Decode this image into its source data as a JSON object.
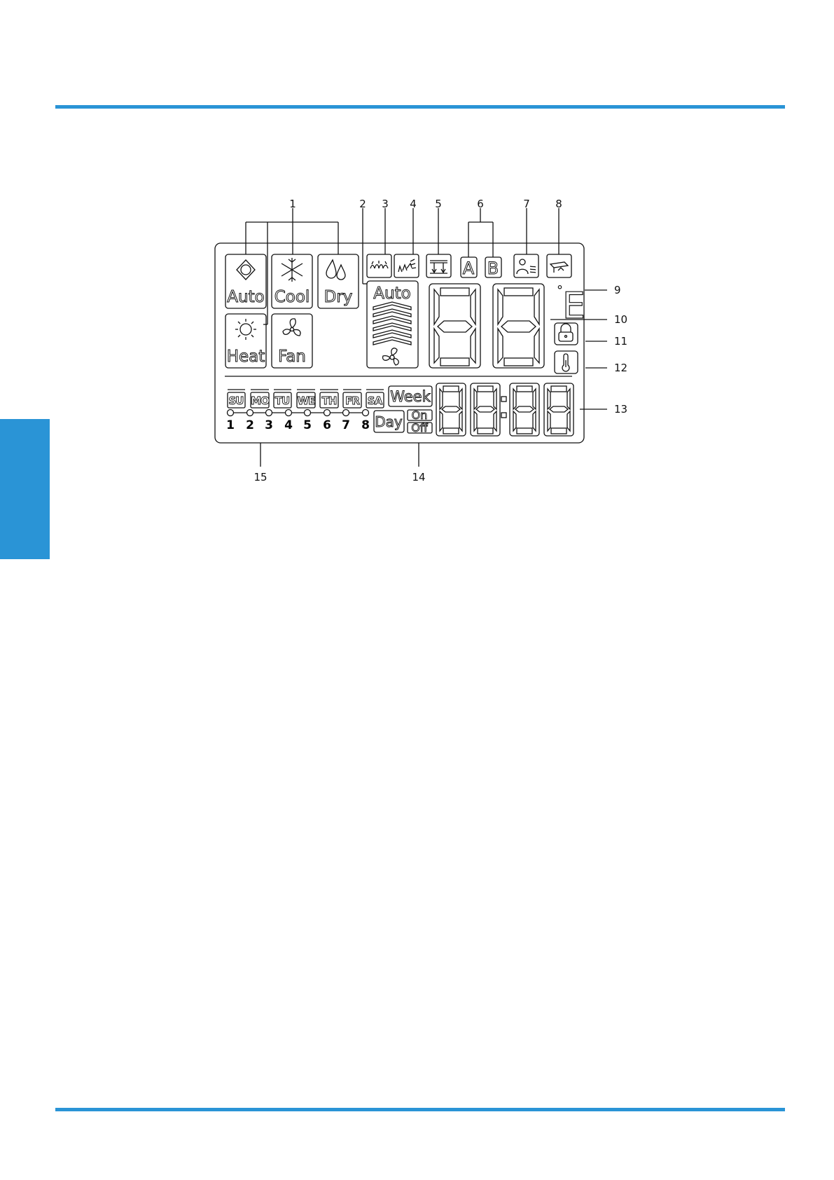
{
  "modes": {
    "auto": "Auto",
    "cool": "Cool",
    "dry": "Dry",
    "heat": "Heat",
    "fan": "Fan"
  },
  "fan_speed": {
    "auto": "Auto"
  },
  "swing_icons": [
    "horizontal-swing-icon",
    "vertical-swing-icon",
    "follow-me-icon"
  ],
  "zones": [
    "A",
    "B"
  ],
  "status_icons": [
    "person-sensing-icon",
    "self-clean-icon",
    "lock-icon",
    "thermometer-icon"
  ],
  "degree_symbol": "°",
  "temperature_unit": "E",
  "weekdays": [
    "SU",
    "MO",
    "TU",
    "WE",
    "TH",
    "FR",
    "SA"
  ],
  "timer": {
    "week": "Week",
    "day": "Day",
    "on": "On",
    "off": "Off"
  },
  "timer_slots": [
    "1",
    "2",
    "3",
    "4",
    "5",
    "6",
    "7",
    "8"
  ],
  "callouts": [
    "1",
    "2",
    "3",
    "4",
    "5",
    "6",
    "7",
    "8",
    "9",
    "10",
    "11",
    "12",
    "13",
    "14",
    "15"
  ],
  "colors": {
    "accent": "#2a94d6",
    "ink": "#111111"
  }
}
